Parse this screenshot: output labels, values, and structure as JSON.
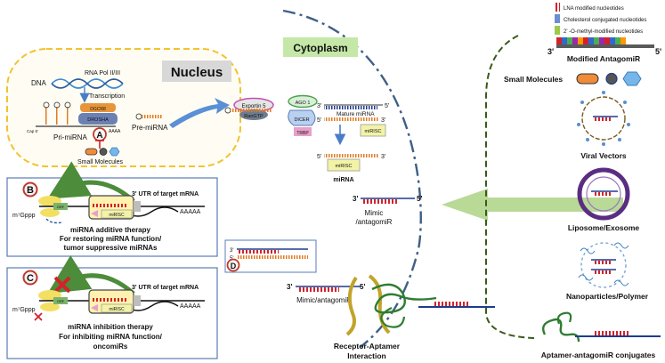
{
  "nucleus": {
    "title": "Nucleus",
    "dna": "DNA",
    "rna_pol": "RNA Pol II/III",
    "transcription": "Transcription",
    "dgcr8": "DGCR8",
    "drosha": "DROSHA",
    "cap": "Cap 5'",
    "poly_a": "AAAA",
    "pri_mirna": "Pri-miRNA",
    "pre_mirna": "Pre-miRNA",
    "label_a": "A",
    "small_molecules": "Small Molecules"
  },
  "cytoplasm": {
    "title": "Cytoplasm",
    "exportin": "Exportin 5",
    "rangtp": "RanGTP",
    "ago": "AGO 1",
    "dicer": "DICER",
    "trbp": "TRBP",
    "mature_3": "3'",
    "mature_5": "5'",
    "mature": "Mature miRNA",
    "mature_5b": "5'",
    "mature_3b": "3'",
    "mirisc": "miRISC",
    "mirisc2": "miRISC",
    "p5": "5'",
    "p3": "3'",
    "mirna": "miRNA",
    "mimic_3": "3'",
    "mimic_5": "5'",
    "mimic": "Mimic",
    "antagomir": "/antagomiR",
    "d_3": "3'",
    "d_5": "5'",
    "label_d": "D",
    "ma_3": "3'",
    "ma_5": "5'",
    "ma_label": "Mimic/antagomiR",
    "receptor_1": "Receptor-Aptamer",
    "receptor_2": "Interaction"
  },
  "panel_b": {
    "label": "B",
    "utr": "3' UTR of target mRNA",
    "cap": "m⁷Gppp",
    "orf": "ORF",
    "mirisc": "miRISC",
    "poly_a": "AAAAA",
    "line1": "miRNA additive therapy",
    "line2": "For restoring miRNA function/",
    "line3": "tumor suppressive miRNAs"
  },
  "panel_c": {
    "label": "C",
    "utr": "3' UTR of target mRNA",
    "cap": "m⁷Gppp",
    "orf": "ORF",
    "mirisc": "miRISC",
    "poly_a": "AAAAA",
    "line1": "miRNA inhibition therapy",
    "line2": "For inhibiting miRNA function/",
    "line3": "oncomiRs"
  },
  "legend": {
    "lna": "LNA modified nucleotides",
    "chol": "Cholesterol conjugated nucleotides",
    "ome": "2' -O-methyl-modified nucleotides",
    "end3": "3'",
    "end5": "5'",
    "title": "Modified AntagomiR"
  },
  "delivery": {
    "small_molecules": "Small Molecules",
    "viral": "Viral Vectors",
    "liposome": "Liposome/Exosome",
    "nano": "Nanoparticles/Polymer",
    "aptamer": "Aptamer-antagomiR conjugates"
  },
  "colors": {
    "nucleus_border": "#f2c230",
    "cytoplasm_text": "#d13bc4",
    "cytoplasm_bg": "#c5e8a8",
    "cell_border": "#3f5f86",
    "mirna_orange": "#e07b22",
    "mirna_red": "#d2232a",
    "mirna_blue": "#1f3b8c",
    "green_arrow": "#b9da96",
    "liposome_purple": "#5a2d82",
    "aptamer_green": "#2e7d32"
  }
}
